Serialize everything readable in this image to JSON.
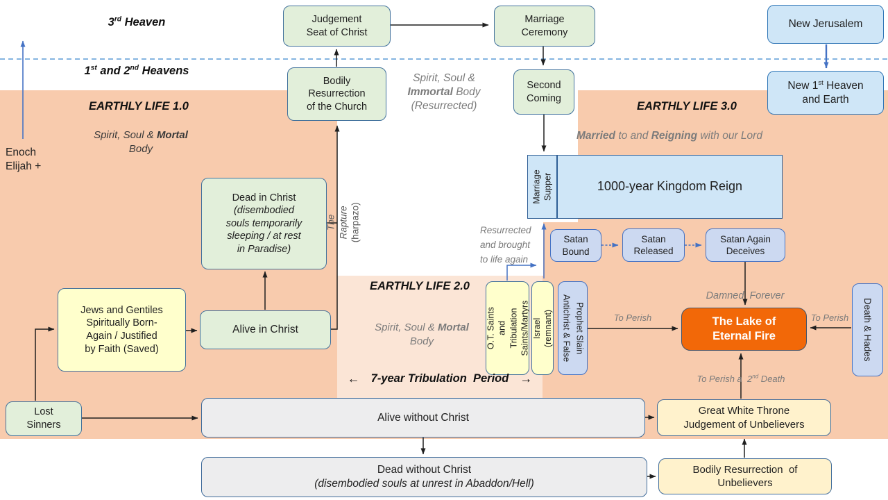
{
  "palette": {
    "band_orange": "#f8cbad",
    "band_pink": "#fbe5d6",
    "box_green": "#e2efda",
    "box_yellow": "#ffffcc",
    "box_blue": "#cfe6f7",
    "box_lavender": "#ccd9f1",
    "box_gray": "#ededee",
    "box_cream": "#fff2cc",
    "lake_orange": "#f26808",
    "accent_blue": "#4472c4",
    "dashed_blue": "#5b9bd5",
    "gray_text": "#7b7b7b"
  },
  "heavens": {
    "third": {
      "num": "3",
      "sup": "rd",
      "rest": " Heaven"
    },
    "first_second": {
      "p1": "1",
      "s1": "st",
      "p2": " and 2",
      "s2": "nd",
      "p3": " Heavens"
    }
  },
  "sections": {
    "life1": {
      "title": "EARTHLY LIFE 1.0",
      "state_pre": "Spirit, Soul & ",
      "state_bold": "Mortal",
      "state_line2": "Body"
    },
    "life2": {
      "title": "EARTHLY LIFE 2.0",
      "state_pre": "Spirit, Soul & ",
      "state_bold": "Mortal",
      "state_line2": "Body"
    },
    "life3": {
      "title": "EARTHLY LIFE 3.0",
      "married_b1": "Married",
      "married_m1": " to and ",
      "married_b2": "Reigning",
      "married_m2": " with our Lord"
    },
    "immortal": {
      "l1": "Spirit, Soul &",
      "l2_bold": "Immortal",
      "l2_post": " Body",
      "l3": "(Resurrected)"
    }
  },
  "boxes": {
    "judgement_seat": "Judgement\nSeat of Christ",
    "marriage_ceremony": "Marriage\nCeremony",
    "new_jerusalem": "New Jerusalem",
    "bodily_resurrection_church": "Bodily\nResurrection\nof the Church",
    "second_coming": "Second\nComing",
    "new_heaven_earth": {
      "pre": "New 1",
      "sup": "st",
      "post": " Heaven",
      "line2": "and Earth"
    },
    "dead_in_christ": {
      "title": "Dead in Christ",
      "detail": "(disembodied\nsouls temporarily\nsleeping / at rest\nin Paradise)"
    },
    "alive_in_christ": "Alive in Christ",
    "jews_gentiles": "Jews and Gentiles\nSpiritually Born-\nAgain / Justified\nby Faith (Saved)",
    "lost_sinners": "Lost\nSinners",
    "marriage_supper": "Marriage\nSupper",
    "kingdom_reign": "1000-year Kingdom Reign",
    "satan_bound": "Satan\nBound",
    "satan_released": "Satan\nReleased",
    "satan_again_deceives": "Satan Again\nDeceives",
    "ot_saints": "O.T. Saints and\nTribulation\nSaints/Martyrs",
    "israel_remnant": "Israel (remnant)",
    "antichrist": "Antichrist & False\nProphet Slain",
    "lake_of_fire": "The Lake of\nEternal Fire",
    "death_hades": "Death & Hades",
    "alive_without_christ": "Alive without Christ",
    "dead_without_christ": {
      "title": "Dead without Christ",
      "detail": "(disembodied souls at unrest in Abaddon/Hell)"
    },
    "great_white_throne": "Great White Throne\nJudgement of Unbelievers",
    "bodily_resurrection_unbelievers": "Bodily Resurrection  of\nUnbelievers"
  },
  "annotations": {
    "enoch": "Enoch\nElijah +",
    "rapture_italic": "The Rapture",
    "rapture_plain": " (harpazo)",
    "tribulation": {
      "left_arrow": "←",
      "text": "7-year Tribulation  Period",
      "right_arrow": "→"
    },
    "resurrected_note": "Resurrected\nand brought\nto life again",
    "damned_forever": "Damned  Forever",
    "to_perish_left": "To Perish",
    "to_perish_right": "To Perish",
    "second_death": {
      "pre": "To Perish a  2",
      "sup": "nd",
      "post": " Death"
    }
  }
}
